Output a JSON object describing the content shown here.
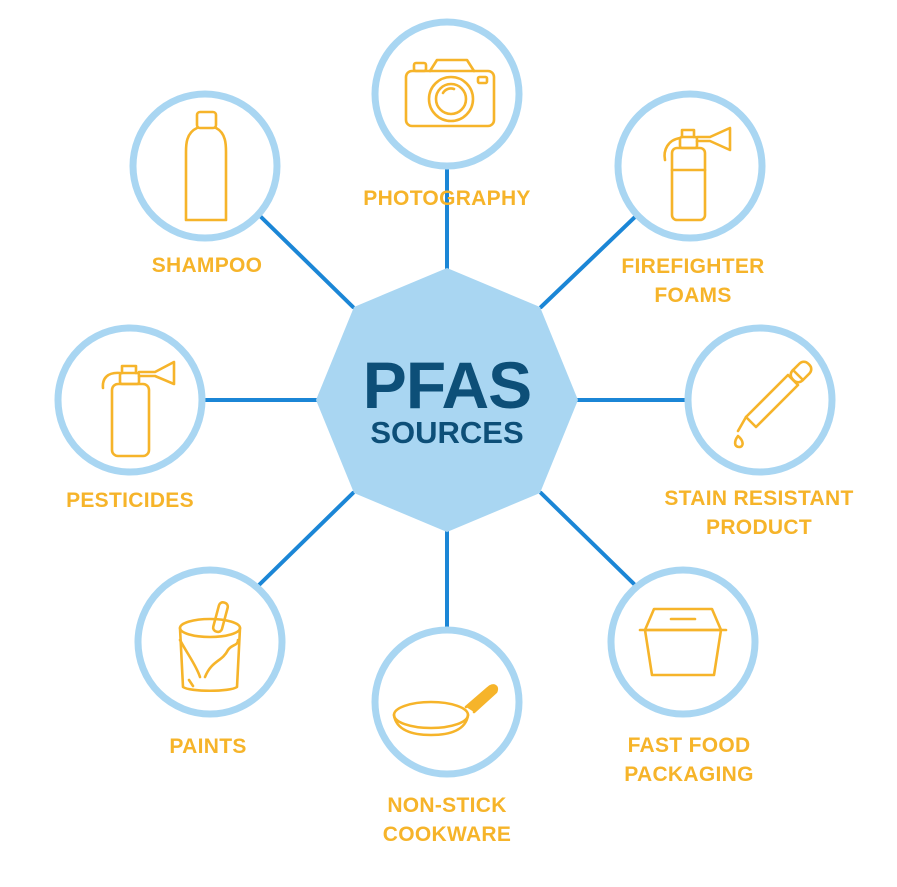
{
  "hub": {
    "title": "PFAS",
    "subtitle": "SOURCES"
  },
  "colors": {
    "accent": "#f6b42a",
    "ring": "#a9d6f2",
    "hub_fill": "#a9d6f2",
    "connector": "#1b86d6",
    "hub_text": "#0d4f78"
  },
  "sources": [
    {
      "id": "photography",
      "icon": "camera-icon",
      "lines": [
        "PHOTOGRAPHY"
      ]
    },
    {
      "id": "firefighter-foams",
      "icon": "fire-extinguisher-icon",
      "lines": [
        "FIREFIGHTER",
        "FOAMS"
      ]
    },
    {
      "id": "stain-resistant-product",
      "icon": "dropper-icon",
      "lines": [
        "STAIN RESISTANT",
        "PRODUCT"
      ]
    },
    {
      "id": "fast-food-packaging",
      "icon": "food-container-icon",
      "lines": [
        "FAST FOOD",
        "PACKAGING"
      ]
    },
    {
      "id": "non-stick-cookware",
      "icon": "frying-pan-icon",
      "lines": [
        "NON-STICK",
        "COOKWARE"
      ]
    },
    {
      "id": "paints",
      "icon": "paint-bucket-icon",
      "lines": [
        "PAINTS"
      ]
    },
    {
      "id": "pesticides",
      "icon": "sprayer-icon",
      "lines": [
        "PESTICIDES"
      ]
    },
    {
      "id": "shampoo",
      "icon": "bottle-icon",
      "lines": [
        "SHAMPOO"
      ]
    }
  ]
}
